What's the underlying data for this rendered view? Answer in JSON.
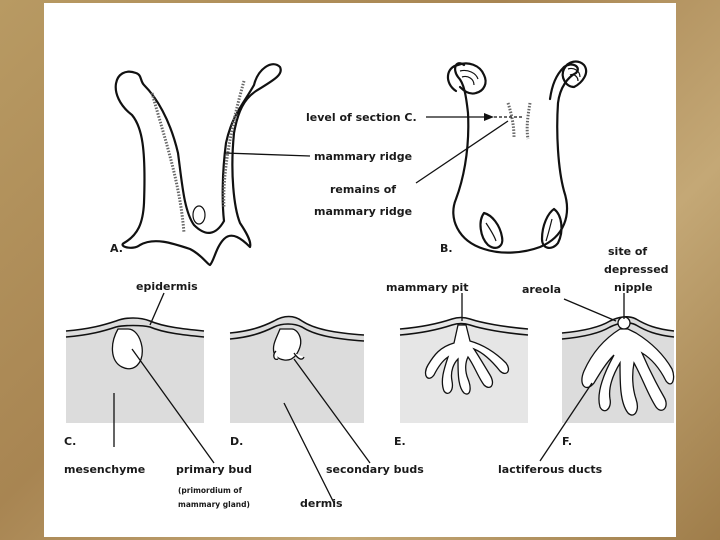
{
  "labels": {
    "level_of_section": "level of section C.",
    "mammary_ridge": "mammary ridge",
    "remains_line1": "remains of",
    "remains_line2": "mammary ridge",
    "fig_a": "A.",
    "fig_b": "B.",
    "fig_c": "C.",
    "fig_d": "D.",
    "fig_e": "E.",
    "fig_f": "F.",
    "epidermis": "epidermis",
    "mammary_pit": "mammary pit",
    "areola": "areola",
    "site_line1": "site of",
    "site_line2": "depressed",
    "site_line3": "nipple",
    "mesenchyme": "mesenchyme",
    "primary_bud": "primary bud",
    "primordium_line1": "(primordium of",
    "primordium_line2": "mammary gland)",
    "secondary_buds": "secondary buds",
    "dermis": "dermis",
    "lactiferous_ducts": "lactiferous ducts"
  }
}
